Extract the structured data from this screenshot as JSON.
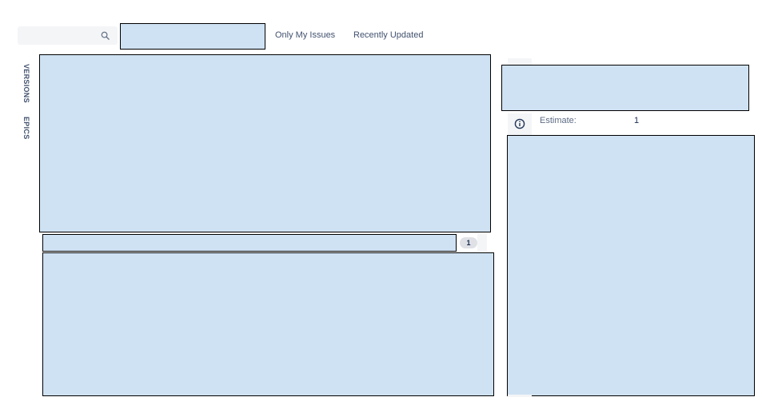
{
  "toolbar": {
    "search": {
      "value": "",
      "placeholder": "",
      "icon": "search-icon"
    },
    "quick_filters": [
      "Only My Issues",
      "Recently Updated"
    ]
  },
  "side_tabs": {
    "versions": "VERSIONS",
    "epics": "EPICS"
  },
  "backlog": {
    "issue_count": "1"
  },
  "detail": {
    "info_icon": "info-icon",
    "estimate_label": "Estimate:",
    "estimate_value": "1"
  },
  "colors": {
    "mask_fill": "#cfe2f3",
    "mask_border": "#000000",
    "muted_text": "#42526e",
    "panel_bg": "#f4f5f7"
  }
}
